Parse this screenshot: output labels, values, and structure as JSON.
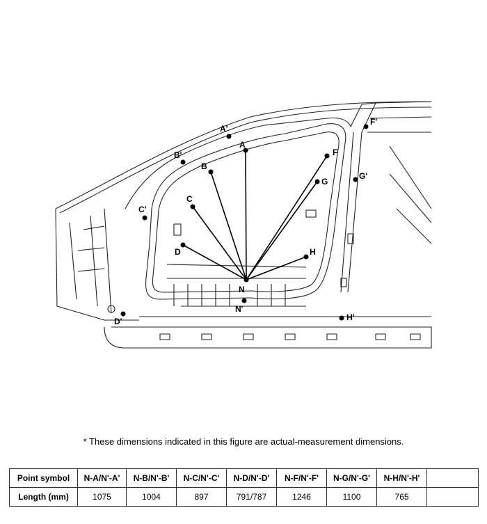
{
  "diagram": {
    "points": [
      {
        "id": "A",
        "label": "A"
      },
      {
        "id": "A'",
        "label": "A'"
      },
      {
        "id": "B",
        "label": "B"
      },
      {
        "id": "B'",
        "label": "B'"
      },
      {
        "id": "C",
        "label": "C"
      },
      {
        "id": "C'",
        "label": "C'"
      },
      {
        "id": "D",
        "label": "D"
      },
      {
        "id": "D'",
        "label": "D'"
      },
      {
        "id": "F",
        "label": "F"
      },
      {
        "id": "F'",
        "label": "F'"
      },
      {
        "id": "G",
        "label": "G"
      },
      {
        "id": "G'",
        "label": "G'"
      },
      {
        "id": "H",
        "label": "H"
      },
      {
        "id": "H'",
        "label": "H'"
      },
      {
        "id": "N",
        "label": "N"
      },
      {
        "id": "N'",
        "label": "N'"
      }
    ]
  },
  "note": "*  These dimensions indicated in this figure are actual-measurement dimensions.",
  "table": {
    "headers": [
      "Point symbol",
      "N-A/N'-A'",
      "N-B/N'-B'",
      "N-C/N'-C'",
      "N-D/N'-D'",
      "N-F/N'-F'",
      "N-G/N'-G'",
      "N-H/N'-H'",
      ""
    ],
    "rows": [
      [
        "Length (mm)",
        "1075",
        "1004",
        "897",
        "791/787",
        "1246",
        "1100",
        "765",
        ""
      ]
    ]
  }
}
